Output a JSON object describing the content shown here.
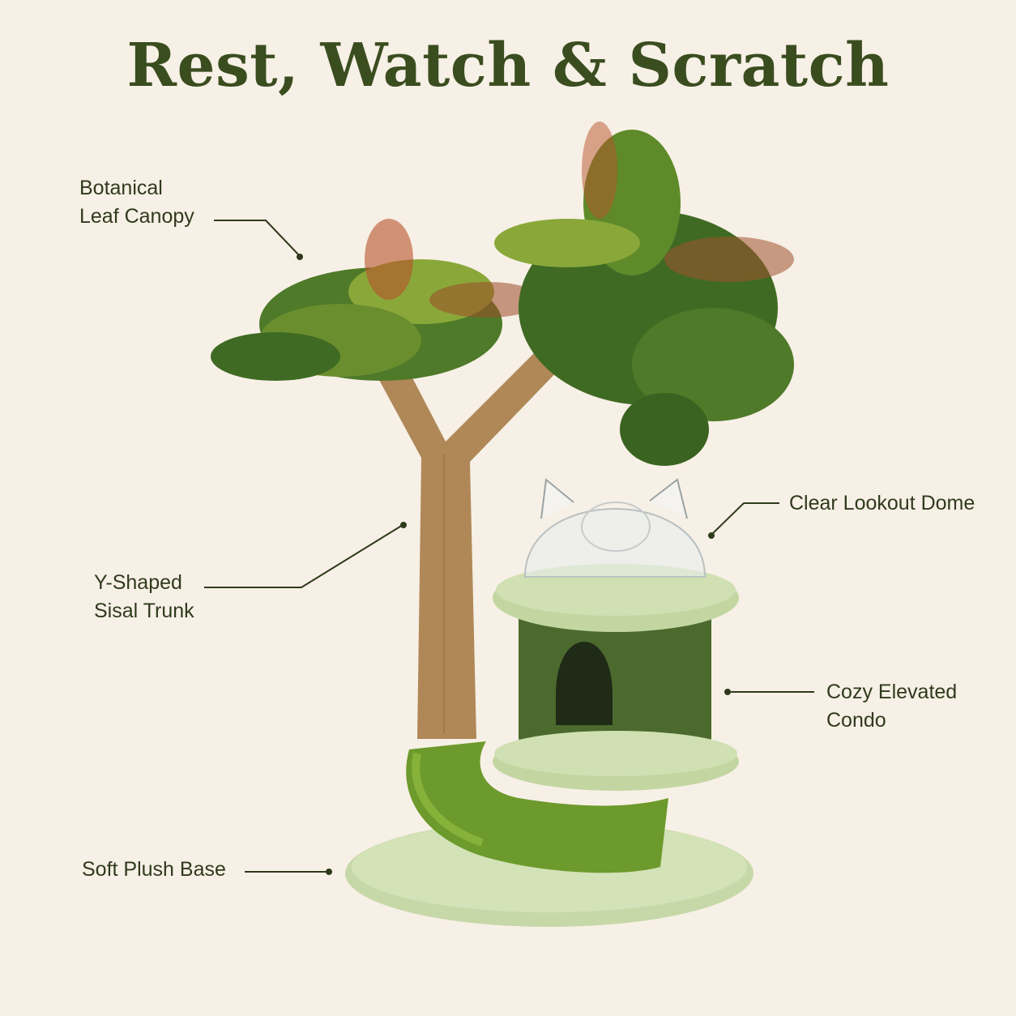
{
  "title": "Rest, Watch & Scratch",
  "callouts": {
    "canopy": {
      "line1": "Botanical",
      "line2": "Leaf Canopy"
    },
    "dome": {
      "line1": "Clear Lookout Dome"
    },
    "trunk": {
      "line1": "Y-Shaped",
      "line2": "Sisal Trunk"
    },
    "condo": {
      "line1": "Cozy Elevated",
      "line2": "Condo"
    },
    "base": {
      "line1": "Soft Plush Base"
    }
  },
  "colors": {
    "background": "#f7f0e6",
    "title": "#3a4d1f",
    "text": "#2f3a1c",
    "leader": "#2f3a1c"
  }
}
